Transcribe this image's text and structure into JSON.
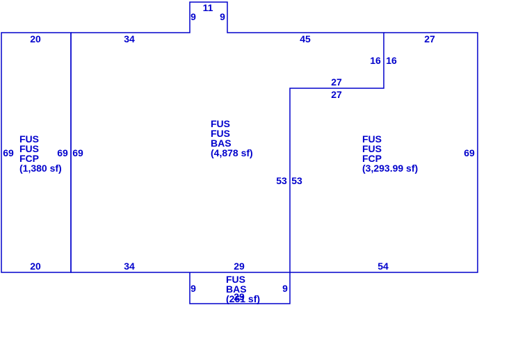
{
  "theme": {
    "line_color": "#0000cc",
    "background": "#ffffff"
  },
  "dimensions": {
    "left_top": "20",
    "left_left": "69",
    "left_right": "69",
    "left_bottom": "20",
    "main_top_left": "34",
    "main_left": "69",
    "main_bottom_left": "34",
    "main_top_right": "45",
    "notch_top": "11",
    "notch_left": "9",
    "notch_right": "9",
    "step_vertical_outer": "16",
    "step_vertical_inner": "16",
    "step_horizontal_outer": "27",
    "step_horizontal_inner": "27",
    "inner_vertical_left": "53",
    "inner_vertical_right": "53",
    "right_top": "27",
    "right_right": "69",
    "right_bottom": "54",
    "bump_top": "29",
    "bump_left": "9",
    "bump_right": "9",
    "bump_bottom": "29"
  },
  "areas": {
    "left": {
      "line1": "FUS",
      "line2": "FUS",
      "line3": "FCP",
      "area": "(1,380 sf)"
    },
    "main": {
      "line1": "FUS",
      "line2": "FUS",
      "line3": "BAS",
      "area": "(4,878 sf)"
    },
    "right": {
      "line1": "FUS",
      "line2": "FUS",
      "line3": "FCP",
      "area": "(3,293.99 sf)"
    },
    "bump": {
      "line1": "FUS",
      "line2": "BAS",
      "area": "(261 sf)"
    }
  }
}
